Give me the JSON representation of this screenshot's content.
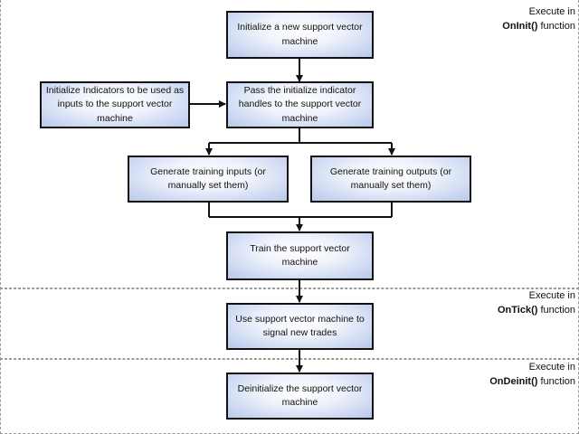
{
  "boxes": {
    "init_svm": "Initialize a new support vector machine",
    "init_indicators": "Initialize Indicators to be used as inputs to the support vector machine",
    "pass_handles": "Pass the initialize indicator handles to the support vector machine",
    "gen_inputs": "Generate training inputs (or manually set them)",
    "gen_outputs": "Generate training outputs (or manually set them)",
    "train": "Train the support vector machine",
    "use_svm": "Use support vector machine to signal new trades",
    "deinit": "Deinitialize the support vector machine"
  },
  "sections": {
    "oninit": {
      "prefix": "Execute in",
      "func": "OnInit()",
      "suffix": "function"
    },
    "ontick": {
      "prefix": "Execute in",
      "func": "OnTick()",
      "suffix": "function"
    },
    "ondeinit": {
      "prefix": "Execute in",
      "func": "OnDeinit()",
      "suffix": "function"
    }
  },
  "colors": {
    "box_fill_center": "#ffffff",
    "box_fill_edge": "#b8c8ec",
    "box_border": "#111111",
    "connector": "#111111",
    "section_border": "#9a9a9a"
  }
}
